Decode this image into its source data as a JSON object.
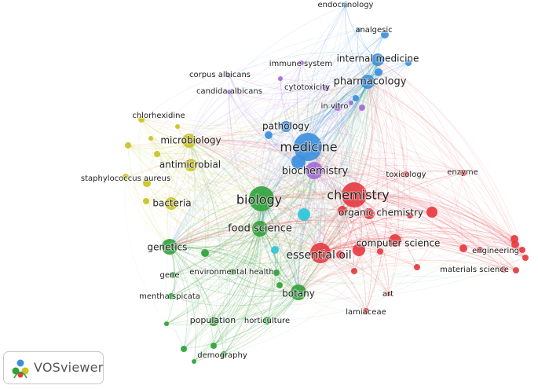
{
  "app": {
    "name": "VOSviewer",
    "logo_icon": "vosviewer-logo-icon"
  },
  "clusters": {
    "red": "#e6393f",
    "green": "#2fa23a",
    "blue": "#3a8fdd",
    "yellow": "#c9c322",
    "purple": "#a46ad6",
    "cyan": "#2ec6d8"
  },
  "nodes": [
    {
      "id": "medicine",
      "label": "medicine",
      "cluster": "blue",
      "weight": 5
    },
    {
      "id": "biology",
      "label": "biology",
      "cluster": "green",
      "weight": 5
    },
    {
      "id": "chemistry",
      "label": "chemistry",
      "cluster": "red",
      "weight": 5
    },
    {
      "id": "essential_oil",
      "label": "essential oil",
      "cluster": "red",
      "weight": 4
    },
    {
      "id": "biochemistry",
      "label": "biochemistry",
      "cluster": "purple",
      "weight": 4
    },
    {
      "id": "food_science",
      "label": "food science",
      "cluster": "green",
      "weight": 3
    },
    {
      "id": "pharmacology",
      "label": "pharmacology",
      "cluster": "blue",
      "weight": 3
    },
    {
      "id": "internal_medicine",
      "label": "internal medicine",
      "cluster": "blue",
      "weight": 3
    },
    {
      "id": "pathology",
      "label": "pathology",
      "cluster": "blue",
      "weight": 2
    },
    {
      "id": "organic_chemistry",
      "label": "organic chemistry",
      "cluster": "red",
      "weight": 2
    },
    {
      "id": "computer_science",
      "label": "computer science",
      "cluster": "red",
      "weight": 2
    },
    {
      "id": "botany",
      "label": "botany",
      "cluster": "green",
      "weight": 3
    },
    {
      "id": "genetics",
      "label": "genetics",
      "cluster": "green",
      "weight": 3
    },
    {
      "id": "microbiology",
      "label": "microbiology",
      "cluster": "yellow",
      "weight": 3
    },
    {
      "id": "antimicrobial",
      "label": "antimicrobial",
      "cluster": "yellow",
      "weight": 2
    },
    {
      "id": "bacteria",
      "label": "bacteria",
      "cluster": "yellow",
      "weight": 2
    },
    {
      "id": "staphylococcus_aureus",
      "label": "staphylococcus aureus",
      "cluster": "yellow",
      "weight": 1
    },
    {
      "id": "chlorhexidine",
      "label": "chlorhexidine",
      "cluster": "yellow",
      "weight": 1
    },
    {
      "id": "corpus_albicans",
      "label": "corpus albicans",
      "cluster": "purple",
      "weight": 1
    },
    {
      "id": "candida_albicans",
      "label": "candida albicans",
      "cluster": "purple",
      "weight": 1
    },
    {
      "id": "immune_system",
      "label": "immune system",
      "cluster": "purple",
      "weight": 1
    },
    {
      "id": "cytotoxicity",
      "label": "cytotoxicity",
      "cluster": "purple",
      "weight": 1
    },
    {
      "id": "in_vitro",
      "label": "in vitro",
      "cluster": "purple",
      "weight": 1
    },
    {
      "id": "endocrinology",
      "label": "endocrinology",
      "cluster": "blue",
      "weight": 1
    },
    {
      "id": "analgesic",
      "label": "analgesic",
      "cluster": "blue",
      "weight": 1
    },
    {
      "id": "toxicology",
      "label": "toxicology",
      "cluster": "red",
      "weight": 1
    },
    {
      "id": "enzyme",
      "label": "enzyme",
      "cluster": "red",
      "weight": 1
    },
    {
      "id": "engineering",
      "label": "engineering",
      "cluster": "red",
      "weight": 1
    },
    {
      "id": "materials_science",
      "label": "materials science",
      "cluster": "red",
      "weight": 1
    },
    {
      "id": "art",
      "label": "art",
      "cluster": "red",
      "weight": 1
    },
    {
      "id": "lamiaceae",
      "label": "lamiaceae",
      "cluster": "red",
      "weight": 1
    },
    {
      "id": "gene",
      "label": "gene",
      "cluster": "green",
      "weight": 1
    },
    {
      "id": "environmental_health",
      "label": "environmental health",
      "cluster": "green",
      "weight": 1
    },
    {
      "id": "mentha_spicata",
      "label": "mentha spicata",
      "cluster": "green",
      "weight": 1
    },
    {
      "id": "population",
      "label": "population",
      "cluster": "green",
      "weight": 2
    },
    {
      "id": "horticulture",
      "label": "horticulture",
      "cluster": "green",
      "weight": 1
    },
    {
      "id": "demography",
      "label": "demography",
      "cluster": "green",
      "weight": 1
    }
  ]
}
